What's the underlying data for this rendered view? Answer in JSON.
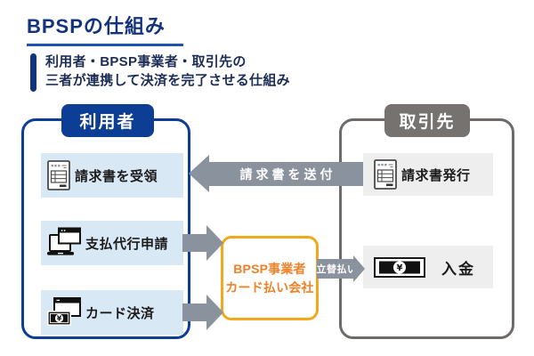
{
  "header": {
    "title": "BPSPの仕組み",
    "subtitle_line1": "利用者・BPSP事業者・取引先の",
    "subtitle_line2": "三者が連携して決済を完了させる仕組み"
  },
  "user_box": {
    "label": "利用者",
    "items": [
      {
        "label": "請求書を受領",
        "icon": "invoice-icon"
      },
      {
        "label": "支払代行申請",
        "icon": "laptop-browser-icon"
      },
      {
        "label": "カード決済",
        "icon": "card-payment-icon"
      }
    ]
  },
  "partner_box": {
    "label": "取引先",
    "items": [
      {
        "label": "請求書発行",
        "icon": "invoice-icon"
      },
      {
        "label": "入金",
        "icon": "banknote-icon"
      }
    ]
  },
  "bpsp_box": {
    "line1": "BPSP事業者",
    "line2": "カード払い会社"
  },
  "arrows": {
    "send_invoice_label": "請求書を送付",
    "advance_payment_label": "立替払い"
  },
  "icons": {
    "yen_symbol": "¥"
  },
  "colors": {
    "primary_blue": "#0c3e96",
    "title_navy": "#13337d",
    "underline_blue": "#1d55ae",
    "item_blue_bg": "#d9e8f5",
    "partner_gray_label": "#76726f",
    "partner_gray_border": "#6e6a68",
    "item_gray_bg": "#efeeee",
    "arrow_gray": "#8a929e",
    "accent_orange_border": "#f2a81a",
    "accent_orange_text": "#ef8228"
  }
}
